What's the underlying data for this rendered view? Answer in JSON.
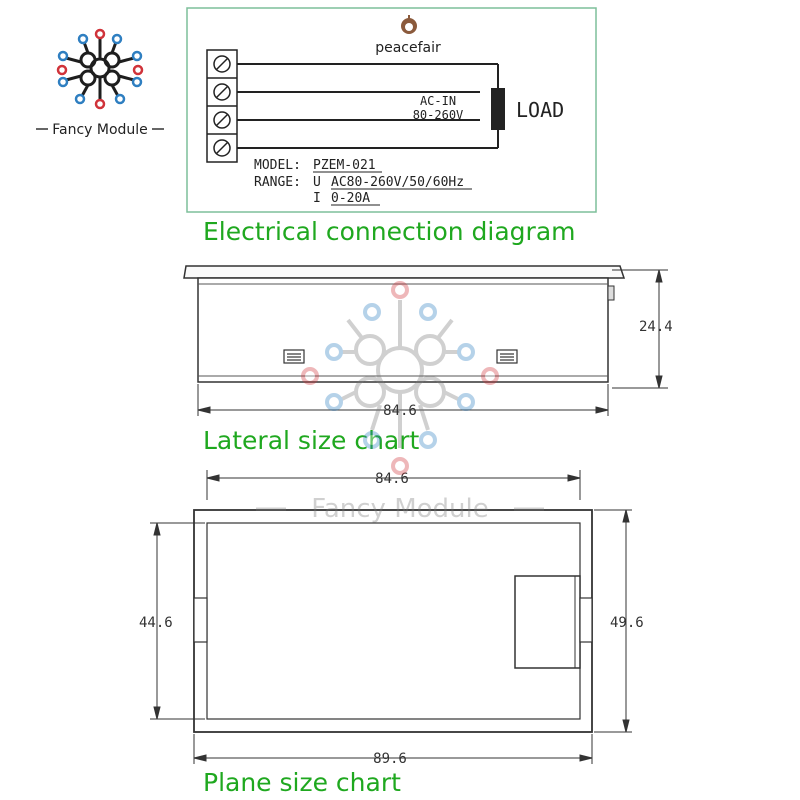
{
  "brand": {
    "logo_text": "Fancy Module",
    "watermark_text": "Fancy Module"
  },
  "connection_diagram": {
    "maker": "peacefair",
    "load_label": "LOAD",
    "ac_in_label": "AC-IN",
    "voltage_label": "80-260V",
    "model_label": "MODEL:",
    "model_value": "PZEM-021",
    "range_label": "RANGE:",
    "range_u_symbol": "U",
    "range_u_value": "AC80-260V/50/60Hz",
    "range_i_symbol": "I",
    "range_i_value": "0-20A",
    "caption": "Electrical connection diagram"
  },
  "lateral_chart": {
    "width_value": "84.6",
    "height_value": "24.4",
    "caption": "Lateral size chart"
  },
  "plane_chart": {
    "top_width_value": "84.6",
    "bottom_width_value": "89.6",
    "left_height_value": "44.6",
    "right_height_value": "49.6",
    "caption": "Plane size chart"
  },
  "colors": {
    "caption_green": "#1fa81f",
    "logo_red": "#d0333a",
    "logo_blue": "#2f7fc1",
    "line": "#222222",
    "frame_green": "#7dbf9a",
    "peacefair_brown": "#8b5a3c"
  }
}
